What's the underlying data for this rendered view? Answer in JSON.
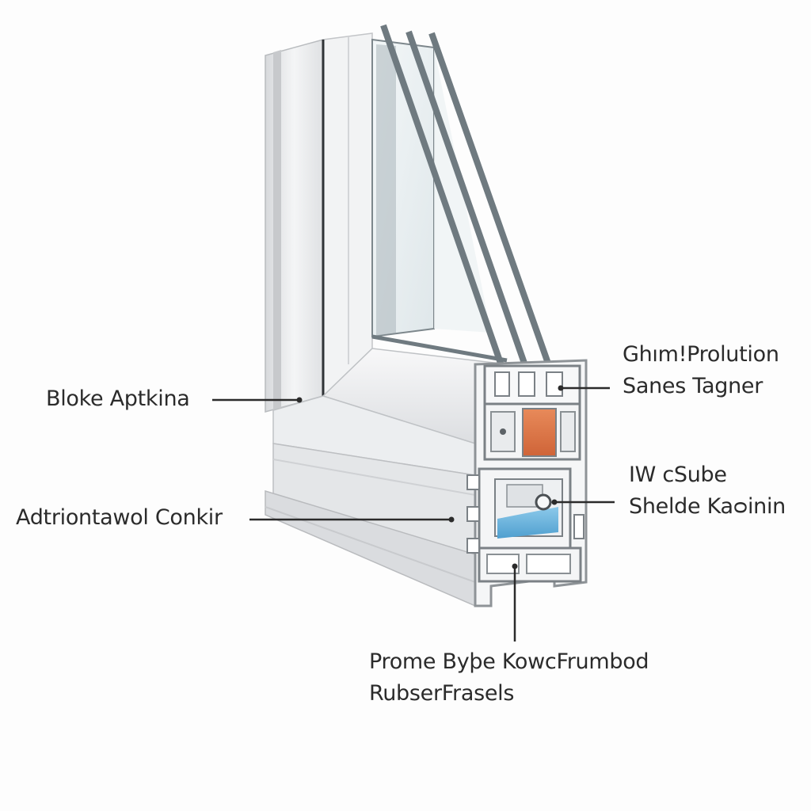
{
  "labels": {
    "left_top": {
      "line1": "Bloke Aptkina"
    },
    "left_bottom": {
      "line1": "Adtriontawol Conkir"
    },
    "right_top": {
      "line1": "Ghım!Prolution",
      "line2": "Sanes Tagner"
    },
    "right_middle": {
      "line1": "IW ᴄSube",
      "line2": "Shelde Kaᴑinin"
    },
    "bottom": {
      "line1": "Prome Byþe KowᴄFrumbod",
      "line2": "RubserFrasels"
    }
  },
  "colors": {
    "frame": "#ececee",
    "frame_shadow": "#c9cbce",
    "glass": "#e7eef0",
    "glass_edge": "#6f7a80",
    "insulation_orange": "#e07a4a",
    "insulation_blue": "#6bb5de",
    "leader_line": "#2b2b2b"
  }
}
